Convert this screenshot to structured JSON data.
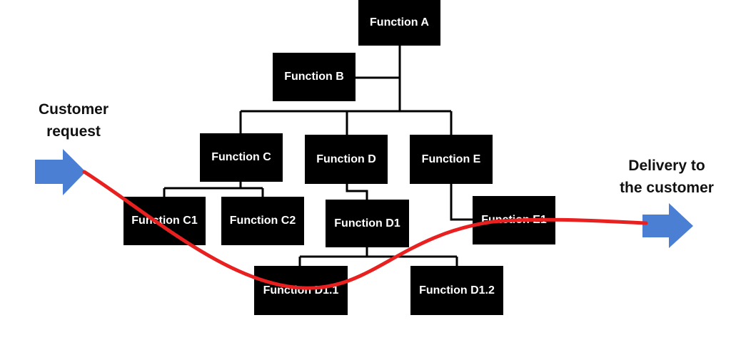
{
  "colors": {
    "box_fill": "#000000",
    "box_text": "#ffffff",
    "connector": "#000000",
    "flow_line": "#e8201f",
    "arrow": "#4a7fd4"
  },
  "labels": {
    "start": [
      "Customer",
      "request"
    ],
    "end": [
      "Delivery to",
      "the customer"
    ]
  },
  "functions": {
    "a": "Function A",
    "b": "Function B",
    "c": "Function C",
    "d": "Function D",
    "e": "Function E",
    "c1": "Function C1",
    "c2": "Function C2",
    "d1": "Function D1",
    "e1": "Function E1",
    "d11": "Function D1.1",
    "d12": "Function D1.2"
  },
  "hierarchy": [
    {
      "parent": "Function A",
      "children": [
        "Function B",
        "Function C",
        "Function D",
        "Function E"
      ]
    },
    {
      "parent": "Function C",
      "children": [
        "Function C1",
        "Function C2"
      ]
    },
    {
      "parent": "Function D",
      "children": [
        "Function D1"
      ]
    },
    {
      "parent": "Function D1",
      "children": [
        "Function D1.1",
        "Function D1.2"
      ]
    },
    {
      "parent": "Function E",
      "children": [
        "Function E1"
      ]
    }
  ],
  "flow": [
    "Customer request",
    "Function C1",
    "Function D1.1",
    "Function E1",
    "Delivery to the customer"
  ]
}
